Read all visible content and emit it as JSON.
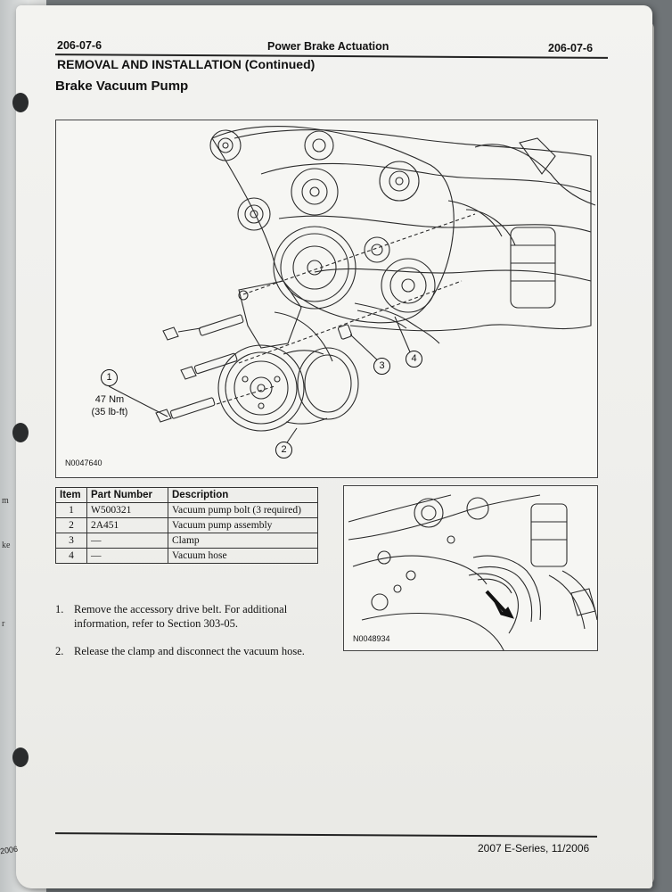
{
  "header": {
    "section_left": "206-07-6",
    "title": "Power Brake Actuation",
    "section_right": "206-07-6"
  },
  "section_title": "REMOVAL AND INSTALLATION (Continued)",
  "subsection_title": "Brake Vacuum Pump",
  "figure_main": {
    "id": "N0047640",
    "callouts": [
      "1",
      "2",
      "3",
      "4"
    ],
    "torque_value": "47 Nm",
    "torque_alt": "(35 lb-ft)"
  },
  "figure_detail": {
    "id": "N0048934"
  },
  "parts_table": {
    "headers": [
      "Item",
      "Part Number",
      "Description"
    ],
    "rows": [
      [
        "1",
        "W500321",
        "Vacuum pump bolt (3 required)"
      ],
      [
        "2",
        "2A451",
        "Vacuum pump assembly"
      ],
      [
        "3",
        "—",
        "Clamp"
      ],
      [
        "4",
        "—",
        "Vacuum hose"
      ]
    ]
  },
  "steps": [
    {
      "num": "1.",
      "text": "Remove the accessory drive belt. For additional information, refer to Section 303-05."
    },
    {
      "num": "2.",
      "text": "Release the clamp and disconnect the vacuum hose."
    }
  ],
  "footer": "2007 E-Series, 11/2006",
  "left_page_fragments": [
    "m",
    "ke",
    "r"
  ],
  "margin_tag": "2006"
}
